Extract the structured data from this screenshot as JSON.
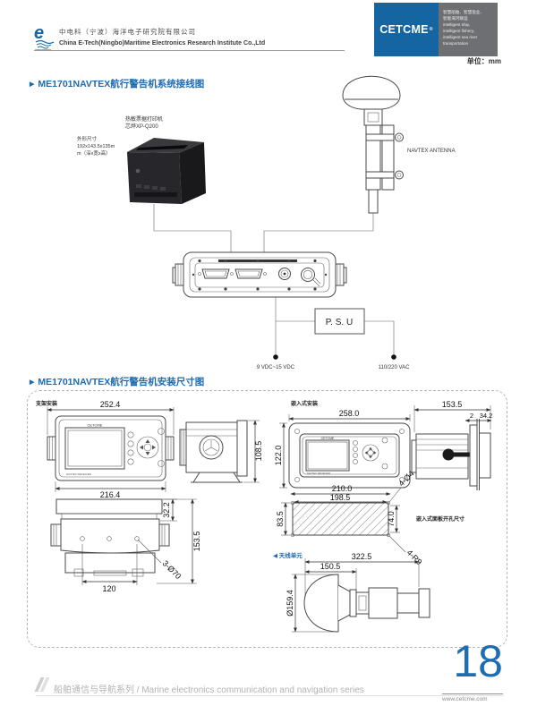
{
  "header": {
    "company_cn": "中电科（宁波）海洋电子研究院有限公司",
    "company_en": "China E-Tech(Ningbo)Maritime Electronics Research Institute Co.,Ltd",
    "brand": "CETCME",
    "brand_reg": "®",
    "tagline_lines": [
      "智慧船舶、智慧渔业、",
      "智能海河联运",
      "intelligent ship,",
      "intelligent fishery,",
      "intelligent sea river",
      "transportation"
    ],
    "unit_label": "单位：mm"
  },
  "sections": {
    "wiring_title": "ME1701NAVTEX航行警告机系统接线图",
    "mounting_title": "ME1701NAVTEX航行警告机安装尺寸图"
  },
  "wiring": {
    "printer_label_line1": "热敏票据打印机",
    "printer_label_line2": "芯烨XP-Q200",
    "printer_dims_line1": "外形尺寸",
    "printer_dims_line2": "192x143.5x135m",
    "printer_dims_line3": "m（深x宽x高）",
    "antenna_label": "NAVTEX ANTENNA",
    "psu_label": "P. S. U",
    "dc_label": "9 VDC~15 VDC",
    "ac_label": "110/220 VAC"
  },
  "mounting": {
    "bracket_label": "支架安装",
    "flush_label": "嵌入式安装",
    "cutout_label": "嵌入式面板开孔尺寸",
    "antenna_unit_label": "◀ 天线单元",
    "device_brand": "CETCME",
    "device_model": "NAVTEX RECEIVER",
    "dims": {
      "front_width": "252.4",
      "front_body_width": "216.4",
      "side_height": "108.5",
      "bottom_offset": "32.2",
      "bottom_height": "153.5",
      "bottom_hole_spacing": "120",
      "bottom_holes": "3-Ø70",
      "flush_width": "258.0",
      "flush_height": "122.0",
      "flush_side_depth": "153.5",
      "panel_thickness": "2",
      "bezel_depth": "34.2",
      "cutout_hole_span": "210.0",
      "cutout_width": "198.5",
      "cutout_outer_height": "83.5",
      "cutout_height": "74.0",
      "hole_note": "4-Ø4",
      "corner_radius": "4-R9",
      "antenna_length": "322.5",
      "antenna_dome_length": "150.5",
      "antenna_diameter": "Ø159.4"
    }
  },
  "footer": {
    "series_text": "船舶通信与导航系列 / Marine electronics communication and navigation series",
    "page_number": "18",
    "website": "www.cetcme.com"
  },
  "colors": {
    "accent_blue": "#1c6bb0",
    "brand_blue": "#1565a3",
    "panel_gray": "#6e6f72"
  }
}
